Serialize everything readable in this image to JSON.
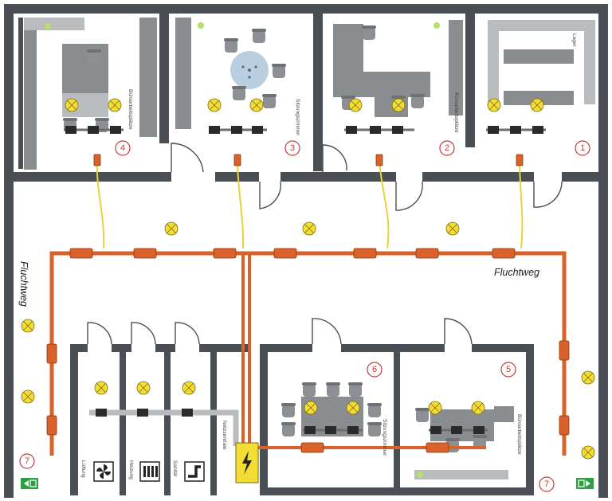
{
  "labels": {
    "escape_route_left": "Fluchtweg",
    "escape_route_right": "Fluchtweg",
    "room_1": "Lager",
    "room_2": "Büroarbeitsplätze",
    "room_3": "Sitzungszimmer",
    "room_4": "Büroarbeitsplätze",
    "room_5": "Büroarbeitsplätze",
    "room_6": "Sitzungszimmer",
    "utility_1": "Lüftung",
    "utility_2": "Heizung",
    "utility_3": "Sanitär",
    "distribution": "Netzzentrale"
  },
  "numbers": [
    "1",
    "2",
    "3",
    "4",
    "5",
    "6",
    "7",
    "7"
  ],
  "icons": {
    "lamp": "ceiling-lamp-icon",
    "ventilation": "fan-icon",
    "heating": "radiator-icon",
    "sanitary": "pipe-icon",
    "power": "lightning-icon",
    "exit": "emergency-exit-icon",
    "plant": "plant-icon"
  },
  "colors": {
    "wall": "#4a4f55",
    "main_cable": "#d9622b",
    "branch_cable": "#e8d23a",
    "lamp": "#f3dd34",
    "distribution_box": "#f3dd34",
    "exit_sign": "#2f9e44",
    "number_ring": "#c23a3a"
  }
}
